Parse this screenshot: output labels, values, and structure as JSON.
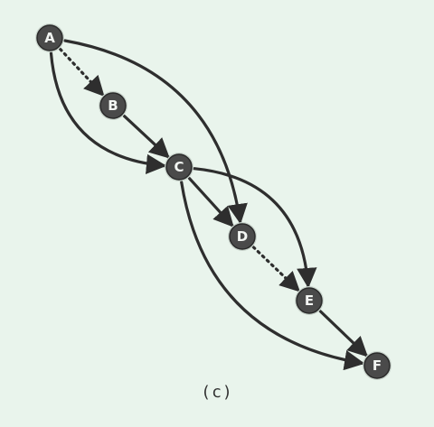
{
  "diagram": {
    "caption": "(c)",
    "colors": {
      "background": "#e9f4ec",
      "edge": "#2e2e2e",
      "node_fill": "#4a4a4a",
      "node_stroke": "#2a2a2a",
      "node_text": "#f3f6f3"
    },
    "nodes": [
      {
        "id": "A",
        "label": "A"
      },
      {
        "id": "B",
        "label": "B"
      },
      {
        "id": "C",
        "label": "C"
      },
      {
        "id": "D",
        "label": "D"
      },
      {
        "id": "E",
        "label": "E"
      },
      {
        "id": "F",
        "label": "F"
      }
    ],
    "edges": [
      {
        "from": "A",
        "to": "B",
        "style": "dotted"
      },
      {
        "from": "A",
        "to": "C",
        "style": "solid"
      },
      {
        "from": "A",
        "to": "D",
        "style": "solid"
      },
      {
        "from": "B",
        "to": "C",
        "style": "solid"
      },
      {
        "from": "C",
        "to": "D",
        "style": "solid"
      },
      {
        "from": "C",
        "to": "E",
        "style": "solid"
      },
      {
        "from": "C",
        "to": "F",
        "style": "solid"
      },
      {
        "from": "D",
        "to": "E",
        "style": "dotted"
      },
      {
        "from": "E",
        "to": "F",
        "style": "solid"
      }
    ]
  }
}
